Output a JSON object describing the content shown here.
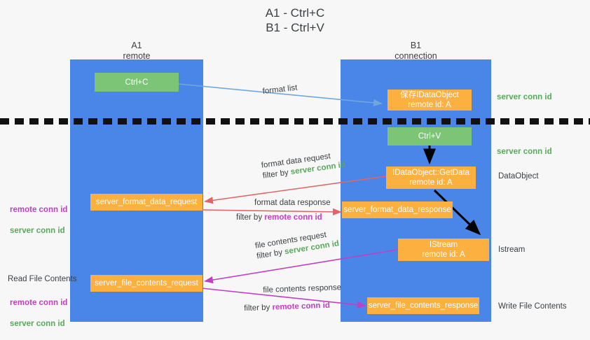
{
  "title": "A1 - Ctrl+C\nB1 - Ctrl+V",
  "lanes": {
    "left": {
      "name": "A1",
      "sub": "remote",
      "header": "A1\nremote",
      "color": "#4a86e8"
    },
    "right": {
      "name": "B1",
      "sub": "connection",
      "header": "B1\nconnection",
      "color": "#4a86e8"
    }
  },
  "colors": {
    "lane": "#4a86e8",
    "green_box": "#7cc576",
    "orange_box": "#fbb040",
    "server_conn": "#5aa85a",
    "remote_conn": "#c23fc2",
    "arrow_blue": "#6fa8dc",
    "arrow_red": "#e06666",
    "arrow_black": "#000000",
    "arrow_magenta": "#c23fc2",
    "text": "#3c4043"
  },
  "boxes": {
    "ctrl_c": "Ctrl+C",
    "ctrl_v": "Ctrl+V",
    "save_idataobject": "保存IDataObject\nremote id: A",
    "getdata": "IDataObject::GetData\nremote id: A",
    "istream": "IStream\nremote id: A",
    "server_format_data_request": "server_format_data_request",
    "server_format_data_response": "server_format_data_response",
    "server_file_contents_request": "server_file_contents_request",
    "server_file_contents_response": "server_file_contents_response"
  },
  "arrows": {
    "format_list": {
      "label": "format list"
    },
    "format_data_request": {
      "line1": "format data request",
      "line2_prefix": "filter by ",
      "line2_value": "server conn id"
    },
    "format_data_response": {
      "line1": "format data response",
      "line2_prefix": "filter by ",
      "line2_value": "remote conn id"
    },
    "file_contents_request": {
      "line1": "file contents request",
      "line2_prefix": "filter by ",
      "line2_value": "server conn id"
    },
    "file_contents_response": {
      "line1": "file contents response",
      "line2_prefix": "filter by ",
      "line2_value": "remote conn id"
    }
  },
  "right_labels": {
    "server_conn_top": "server conn id",
    "server_conn_mid": "server conn id",
    "dataobject": "DataObject",
    "istream": "Istream",
    "write_file_contents": "Write File Contents"
  },
  "left_labels": {
    "conn_pair_top": "remote conn id\nserver conn id",
    "read_file_contents": "Read File Contents",
    "conn_pair_bottom": "remote conn id\nserver conn id"
  }
}
